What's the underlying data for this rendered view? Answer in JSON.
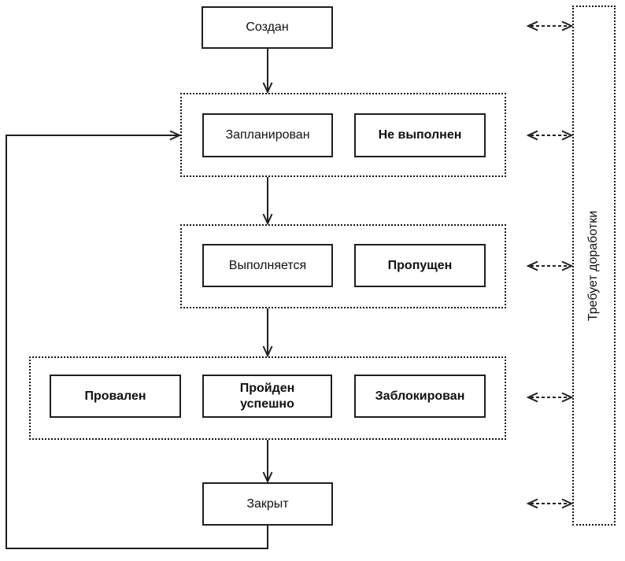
{
  "diagram": {
    "type": "flowchart",
    "language": "ru",
    "nodes": {
      "created": {
        "label": "Создан",
        "emphasis": "normal"
      },
      "planned": {
        "label": "Запланирован",
        "emphasis": "normal"
      },
      "not_executed": {
        "label": "Не выполнен",
        "emphasis": "bold"
      },
      "in_progress": {
        "label": "Выполняется",
        "emphasis": "normal"
      },
      "skipped": {
        "label": "Пропущен",
        "emphasis": "bold"
      },
      "failed": {
        "label": "Провален",
        "emphasis": "bold"
      },
      "passed": {
        "label": "Пройден успешно",
        "emphasis": "bold"
      },
      "blocked": {
        "label": "Заблокирован",
        "emphasis": "bold"
      },
      "closed": {
        "label": "Закрыт",
        "emphasis": "normal"
      },
      "needs_rework": {
        "label": "Требует доработки",
        "emphasis": "normal"
      }
    },
    "groups": [
      {
        "name": "planned-group",
        "members": [
          "planned",
          "not_executed"
        ]
      },
      {
        "name": "in-progress-group",
        "members": [
          "in_progress",
          "skipped"
        ]
      },
      {
        "name": "result-group",
        "members": [
          "failed",
          "passed",
          "blocked"
        ]
      },
      {
        "name": "needs-rework-band",
        "members": [
          "needs_rework"
        ]
      }
    ],
    "edges": [
      {
        "from": "created",
        "to": "planned-group",
        "style": "solid-arrow"
      },
      {
        "from": "planned-group",
        "to": "in-progress-group",
        "style": "solid-arrow"
      },
      {
        "from": "in-progress-group",
        "to": "result-group",
        "style": "solid-arrow"
      },
      {
        "from": "result-group",
        "to": "closed",
        "style": "solid-arrow"
      },
      {
        "from": "closed",
        "to": "planned-group",
        "style": "solid-arrow-feedback-loop"
      },
      {
        "from": "created",
        "to": "needs_rework",
        "style": "dashed-double-arrow"
      },
      {
        "from": "planned-group",
        "to": "needs_rework",
        "style": "dashed-double-arrow"
      },
      {
        "from": "in-progress-group",
        "to": "needs_rework",
        "style": "dashed-double-arrow"
      },
      {
        "from": "result-group",
        "to": "needs_rework",
        "style": "dashed-double-arrow"
      },
      {
        "from": "closed",
        "to": "needs_rework",
        "style": "dashed-double-arrow"
      }
    ],
    "colors": {
      "line": "#1f1f1f",
      "background": "#ffffff",
      "node_fill": "#ffffff",
      "text": "#111111"
    }
  }
}
